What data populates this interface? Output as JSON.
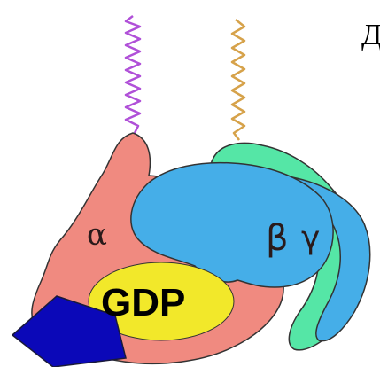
{
  "labels": {
    "alpha": "α",
    "beta": "β",
    "gamma": "γ",
    "gdp": "GDP",
    "corner": "Д"
  },
  "colors": {
    "alpha_subunit": "#f08a80",
    "beta_subunit": "#45aee8",
    "gamma_subunit": "#55e6a6",
    "gdp_pocket": "#f2e82a",
    "effector": "#0b08b8",
    "lipid_alpha": "#b050d8",
    "lipid_gamma": "#d6a24a",
    "outline": "#333333"
  }
}
